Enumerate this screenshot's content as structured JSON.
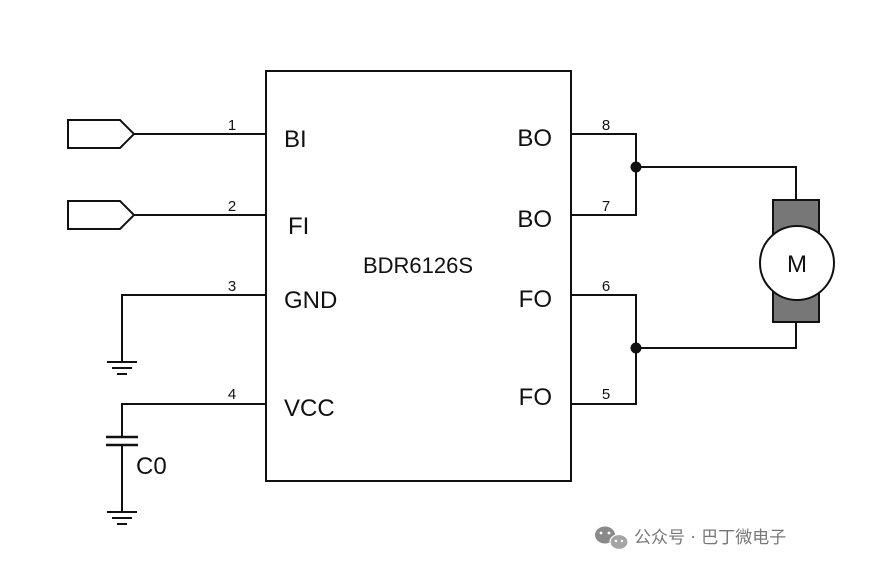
{
  "chip": {
    "name": "BDR6126S",
    "pins": {
      "p1": {
        "number": "1",
        "name": "BI"
      },
      "p2": {
        "number": "2",
        "name": "FI"
      },
      "p3": {
        "number": "3",
        "name": "GND"
      },
      "p4": {
        "number": "4",
        "name": "VCC"
      },
      "p8": {
        "number": "8",
        "name": "BO"
      },
      "p7": {
        "number": "7",
        "name": "BO"
      },
      "p6": {
        "number": "6",
        "name": "FO"
      },
      "p5": {
        "number": "5",
        "name": "FO"
      }
    }
  },
  "capacitor": {
    "label": "C0"
  },
  "motor": {
    "label": "M"
  },
  "watermark": {
    "text": "公众号 · 巴丁微电子"
  },
  "colors": {
    "line": "#111111",
    "motor_body": "#777777",
    "watermark": "#777777"
  }
}
